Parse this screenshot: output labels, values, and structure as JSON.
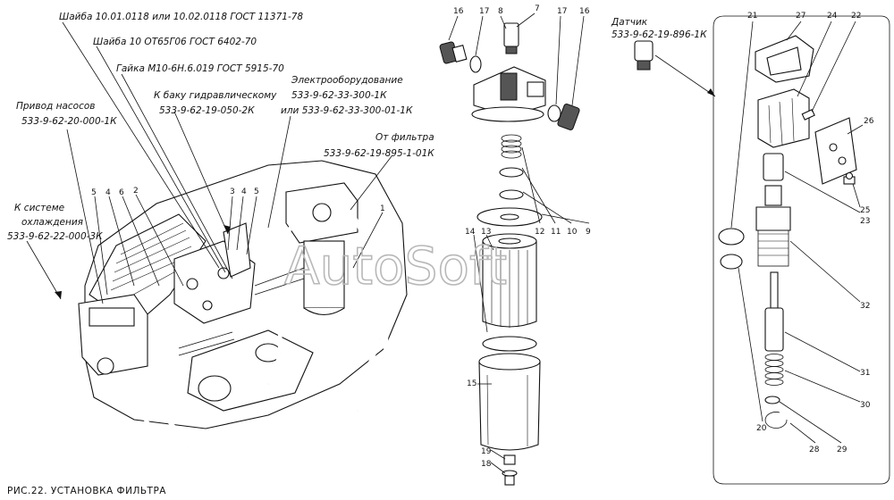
{
  "caption": "РИС.22. УСТАНОВКА ФИЛЬТРА",
  "watermark": "AutoSoft",
  "callouts": [
    {
      "id": "washer1",
      "text": "Шайба 10.01.0118 или 10.02.0118 ГОСТ 11371-78"
    },
    {
      "id": "washer2",
      "text": "Шайба 10 ОТ65Г06 ГОСТ 6402-70"
    },
    {
      "id": "nut",
      "text": "Гайка М10-6Н.6.019 ГОСТ 5915-70"
    },
    {
      "id": "pump1",
      "text": "Привод насосов"
    },
    {
      "id": "pump2",
      "text": "533-9-62-20-000-1К"
    },
    {
      "id": "tank1",
      "text": "К баку гидравлическому"
    },
    {
      "id": "tank2",
      "text": "533-9-62-19-050-2К"
    },
    {
      "id": "elec1",
      "text": "Электрооборудование"
    },
    {
      "id": "elec2",
      "text": "533-9-62-33-300-1К"
    },
    {
      "id": "elec3",
      "text": "или 533-9-62-33-300-01-1К"
    },
    {
      "id": "filter1",
      "text": "От фильтра"
    },
    {
      "id": "filter2",
      "text": "533-9-62-19-895-1-01К"
    },
    {
      "id": "cool1",
      "text": "К системе"
    },
    {
      "id": "cool2",
      "text": "охлаждения"
    },
    {
      "id": "cool3",
      "text": "533-9-62-22-000-3К"
    },
    {
      "id": "sensor1",
      "text": "Датчик"
    },
    {
      "id": "sensor2",
      "text": "533-9-62-19-896-1К"
    }
  ],
  "part_numbers": {
    "left": [
      "5",
      "4",
      "6",
      "2",
      "3",
      "4",
      "5",
      "1"
    ],
    "middle": [
      "16",
      "17",
      "8",
      "7",
      "17",
      "16",
      "12",
      "11",
      "10",
      "9",
      "14",
      "13",
      "15",
      "19",
      "18"
    ],
    "right": [
      "21",
      "27",
      "24",
      "22",
      "26",
      "23",
      "25",
      "32",
      "20",
      "31",
      "30",
      "28",
      "29"
    ]
  }
}
